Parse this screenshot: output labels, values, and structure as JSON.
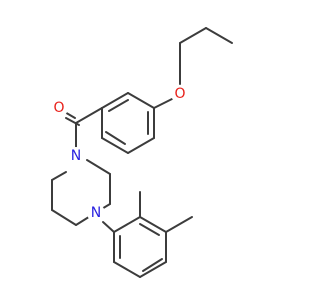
{
  "molecule": {
    "atoms": {
      "oxygen_ether": {
        "symbol": "O",
        "color": "#e8201a"
      },
      "oxygen_carbonyl": {
        "symbol": "O",
        "color": "#e8201a"
      },
      "nitrogen_amide": {
        "symbol": "N",
        "color": "#2a22e0"
      },
      "nitrogen_aryl": {
        "symbol": "N",
        "color": "#2a22e0"
      }
    },
    "bond_color": "#3c3c3c"
  }
}
